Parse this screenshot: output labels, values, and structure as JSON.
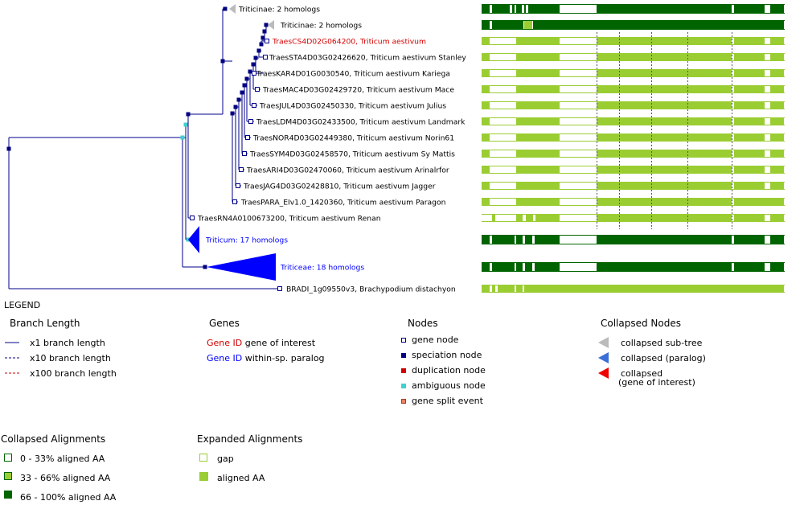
{
  "tree": {
    "leaves": [
      {
        "label": "Triticinae: 2 homologs",
        "kind": "collapsed-subtree"
      },
      {
        "label": "Triticinae: 2 homologs",
        "kind": "collapsed-subtree"
      },
      {
        "label": "TraesCS4D02G064200, Triticum aestivum",
        "kind": "gene-of-interest"
      },
      {
        "label": "TraesSTA4D03G02426620, Triticum aestivum Stanley",
        "kind": "gene"
      },
      {
        "label": "TraesKAR4D01G0030540, Triticum aestivum Kariega",
        "kind": "gene"
      },
      {
        "label": "TraesMAC4D03G02429720, Triticum aestivum Mace",
        "kind": "gene"
      },
      {
        "label": "TraesJUL4D03G02450330, Triticum aestivum Julius",
        "kind": "gene"
      },
      {
        "label": "TraesLDM4D03G02433500, Triticum aestivum Landmark",
        "kind": "gene"
      },
      {
        "label": "TraesNOR4D03G02449380, Triticum aestivum Norin61",
        "kind": "gene"
      },
      {
        "label": "TraesSYM4D03G02458570, Triticum aestivum Sy Mattis",
        "kind": "gene"
      },
      {
        "label": "TraesARI4D03G02470060, Triticum aestivum Arinalrfor",
        "kind": "gene"
      },
      {
        "label": "TraesJAG4D03G02428810, Triticum aestivum Jagger",
        "kind": "gene"
      },
      {
        "label": "TraesPARA_EIv1.0_1420360, Triticum aestivum Paragon",
        "kind": "gene"
      },
      {
        "label": "TraesRN4A0100673200, Triticum aestivum Renan",
        "kind": "gene"
      },
      {
        "label": "Triticum: 17 homologs",
        "kind": "collapsed-paralog"
      },
      {
        "label": "Triticeae: 18 homologs",
        "kind": "collapsed-paralog"
      },
      {
        "label": "BRADI_1g09550v3, Brachypodium distachyon",
        "kind": "gene"
      }
    ]
  },
  "colors": {
    "branch": "#00008b",
    "gene_of_interest": "#d40000",
    "paralog": "#0000ff",
    "speciation": "#000080",
    "ambiguous": "#40d0d0",
    "duplication": "#cc0000",
    "split": "#f08060",
    "collapsed_grey": "#bbbbbb",
    "collapsed_blue": "#3b6fd8",
    "collapsed_red": "#ee0000",
    "aligned_light": "#9acd32",
    "aligned_dark": "#006400"
  },
  "legend": {
    "title": "LEGEND",
    "branch_length": {
      "heading": "Branch Length",
      "items": [
        "x1 branch length",
        "x10 branch length",
        "x100 branch length"
      ]
    },
    "genes": {
      "heading": "Genes",
      "gene_id": "Gene ID",
      "interest_suffix": " gene of interest",
      "paralog_suffix": " within-sp. paralog"
    },
    "nodes": {
      "heading": "Nodes",
      "items": [
        "gene node",
        "speciation node",
        "duplication node",
        "ambiguous node",
        "gene split event"
      ]
    },
    "collapsed_nodes": {
      "heading": "Collapsed Nodes",
      "items": [
        "collapsed sub-tree",
        "collapsed (paralog)",
        "collapsed",
        "(gene of interest)"
      ]
    },
    "collapsed_alignments": {
      "heading": "Collapsed Alignments",
      "items": [
        "0 - 33% aligned AA",
        "33 - 66% aligned AA",
        "66 - 100% aligned AA"
      ]
    },
    "expanded_alignments": {
      "heading": "Expanded Alignments",
      "items": [
        "gap",
        "aligned AA"
      ]
    }
  }
}
